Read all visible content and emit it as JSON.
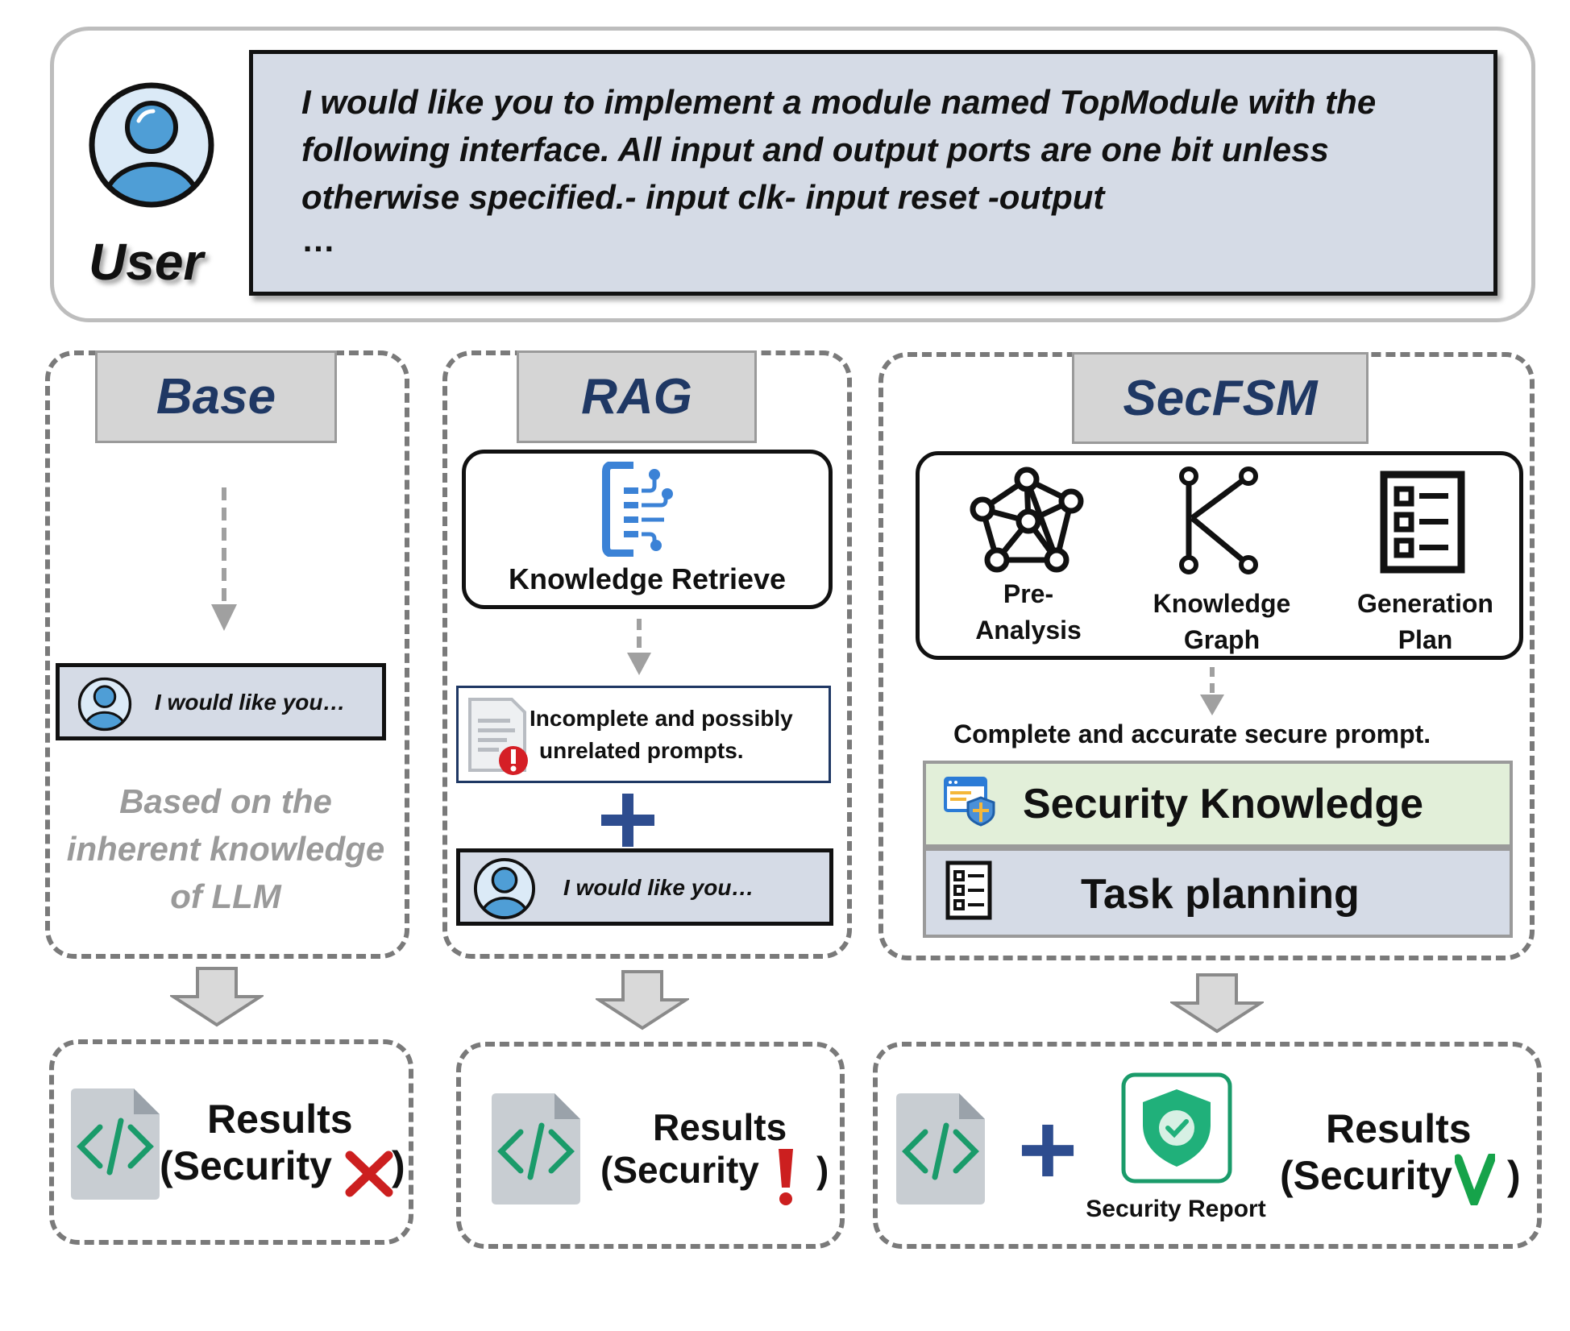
{
  "user": {
    "label": "User",
    "prompt": "I would like you to implement a module named TopModule with the following interface. All input and output ports are one bit unless otherwise specified.- input  clk- input  reset -output",
    "prompt_ellipsis": "…"
  },
  "base": {
    "title": "Base",
    "mini_prompt": "I would like you…",
    "note": "Based on the inherent knowledge of LLM",
    "result_line1": "Results",
    "result_line2": "(Security",
    "result_close": ")"
  },
  "rag": {
    "title": "RAG",
    "retrieve_label": "Knowledge Retrieve",
    "incomplete_line1": "Incomplete and possibly",
    "incomplete_line2": "unrelated prompts.",
    "plus": "+",
    "mini_prompt": "I would like you…",
    "result_line1": "Results",
    "result_line2": "(Security",
    "result_close": ")"
  },
  "secfsm": {
    "title": "SecFSM",
    "tools": [
      {
        "label_line1": "Pre-",
        "label_line2": "Analysis",
        "icon": "network-graph-icon"
      },
      {
        "label_line1": "Knowledge",
        "label_line2": "Graph",
        "icon": "knowledge-graph-icon"
      },
      {
        "label_line1": "Generation",
        "label_line2": "Plan",
        "icon": "plan-list-icon"
      }
    ],
    "complete_prompt": "Complete and accurate secure prompt.",
    "security_knowledge": "Security Knowledge",
    "task_planning": "Task planning",
    "plus": "+",
    "security_report": "Security Report",
    "result_line1": "Results",
    "result_line2": "(Security",
    "result_close": ")"
  },
  "colors": {
    "dashed_border": "#7a7a7a",
    "title_fill": "#d5d5d5",
    "title_text": "#1f3864",
    "prompt_fill": "#d5dbe6",
    "security_knowledge_fill": "#e2efd9",
    "code_icon_fill": "#c8cdd2",
    "code_icon_glyph": "#1a9b6a",
    "fail_red": "#cc1f1f",
    "pass_green": "#16a34a",
    "plus_blue": "#2e4d8f",
    "retrieve_blue": "#3b82d6"
  }
}
